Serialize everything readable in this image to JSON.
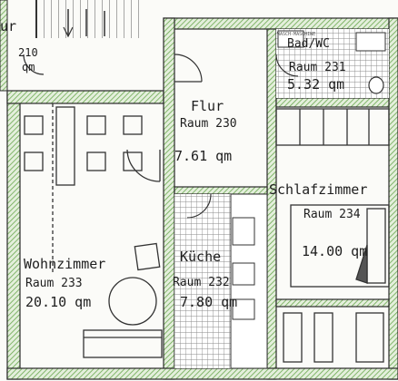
{
  "rooms": [
    {
      "key": "stair",
      "name": "ur",
      "number": "210",
      "area": "qm"
    },
    {
      "key": "flur",
      "name": "Flur",
      "number": "Raum 230",
      "area": "7.61 qm"
    },
    {
      "key": "bad",
      "name": "Bad/WC",
      "number": "Raum 231",
      "area": "5.32 qm"
    },
    {
      "key": "wohn",
      "name": "Wohnzimmer",
      "number": "Raum 233",
      "area": "20.10 qm"
    },
    {
      "key": "kueche",
      "name": "Küche",
      "number": "Raum 232",
      "area": "7.80 qm"
    },
    {
      "key": "schlaf",
      "name": "Schlafzimmer",
      "number": "Raum 234",
      "area": "14.00 qm"
    }
  ],
  "small_text": [
    "WASCH-MASCHINE"
  ],
  "colors": {
    "wall_hatch": "#6aa84f",
    "line": "#2a2a2a",
    "tile": "#9a9a9a"
  }
}
